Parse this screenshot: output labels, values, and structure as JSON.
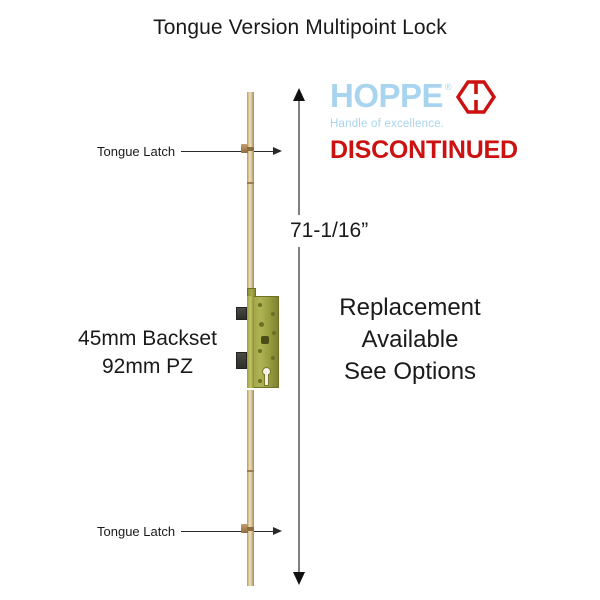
{
  "page": {
    "title": "Tongue Version Multipoint Lock",
    "background_color": "#ffffff"
  },
  "brand": {
    "name": "HOPPE",
    "trademark": "®",
    "tagline": "Handle of excellence.",
    "logo_icon": "hoppe-hexagon-icon",
    "word_color": "#a8d4ef",
    "hexagon_color": "#cc1111"
  },
  "status": {
    "discontinued_label": "DISCONTINUED",
    "discontinued_color": "#cc1111"
  },
  "replacement": {
    "line1": "Replacement",
    "line2": "Available",
    "line3": "See Options"
  },
  "specs": {
    "backset": "45mm Backset",
    "profile": "92mm PZ"
  },
  "callouts": [
    {
      "label": "Tongue Latch",
      "position": "top"
    },
    {
      "label": "Tongue Latch",
      "position": "bottom"
    }
  ],
  "dimension": {
    "overall_length": "71-1/16”",
    "line_color": "#808080",
    "arrow_color": "#111111"
  },
  "hardware": {
    "rail_label": "faceplate-rail",
    "rail_color": "#d9c293",
    "gearbox_label": "lock-gearbox",
    "gearbox_color": "#a3a64a",
    "bolt_color": "#2e2e2a"
  }
}
